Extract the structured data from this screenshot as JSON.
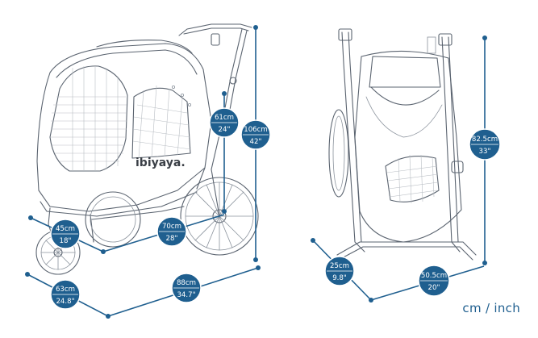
{
  "brand": "ibiyaya.",
  "unit_label": "cm / inch",
  "dimensions": {
    "handle_height": {
      "cm": "61cm",
      "inch": "24\""
    },
    "total_height": {
      "cm": "106cm",
      "inch": "42\""
    },
    "front_wheel": {
      "cm": "45cm",
      "inch": "18\""
    },
    "rear_wheel": {
      "cm": "70cm",
      "inch": "28\""
    },
    "width": {
      "cm": "63cm",
      "inch": "24.8\""
    },
    "length": {
      "cm": "88cm",
      "inch": "34.7\""
    },
    "folded_height": {
      "cm": "82.5cm",
      "inch": "33\""
    },
    "folded_depth": {
      "cm": "25cm",
      "inch": "9.8\""
    },
    "folded_width": {
      "cm": "50.5cm",
      "inch": "20\""
    }
  }
}
